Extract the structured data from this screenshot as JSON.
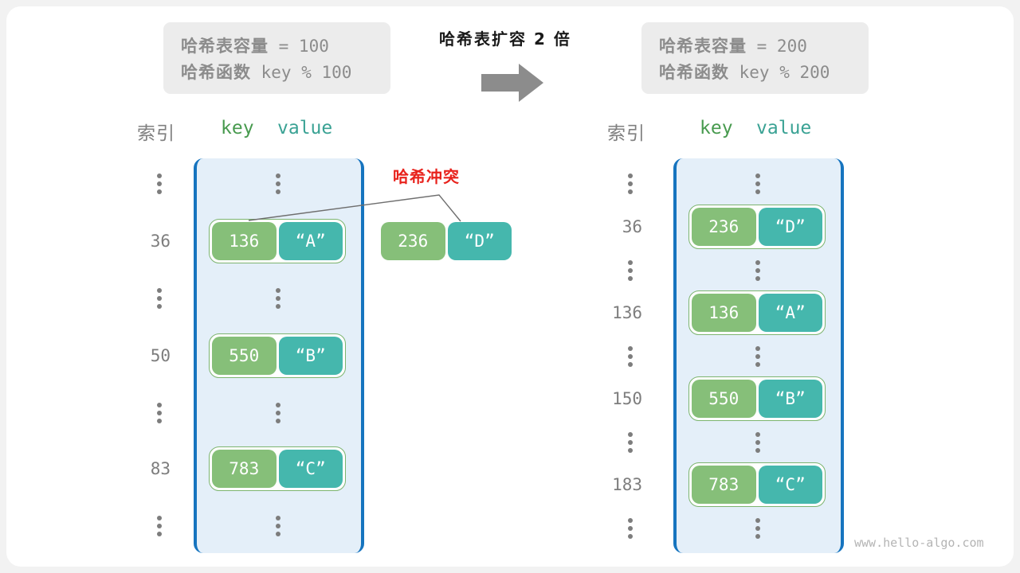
{
  "center": {
    "title": "哈希表扩容 2 倍",
    "arrow_icon": "right-arrow-icon"
  },
  "before": {
    "info": {
      "capacity_label": "哈希表容量",
      "capacity_text": " = 100",
      "function_label": "哈希函数",
      "function_text": " key % 100"
    },
    "headers": {
      "index": "索引",
      "key": "key",
      "value": "value"
    },
    "rows": [
      {
        "index": "⋮",
        "type": "ellipsis"
      },
      {
        "index": "36",
        "type": "pair",
        "key": "136",
        "value": "“A”"
      },
      {
        "index": "⋮",
        "type": "ellipsis"
      },
      {
        "index": "50",
        "type": "pair",
        "key": "550",
        "value": "“B”"
      },
      {
        "index": "⋮",
        "type": "ellipsis"
      },
      {
        "index": "83",
        "type": "pair",
        "key": "783",
        "value": "“C”"
      },
      {
        "index": "⋮",
        "type": "ellipsis"
      }
    ],
    "overflow": {
      "key": "236",
      "value": "“D”"
    },
    "annotation": "哈希冲突"
  },
  "after": {
    "info": {
      "capacity_label": "哈希表容量",
      "capacity_text": " = 200",
      "function_label": "哈希函数",
      "function_text": " key % 200"
    },
    "headers": {
      "index": "索引",
      "key": "key",
      "value": "value"
    },
    "rows": [
      {
        "index": "⋮",
        "type": "ellipsis"
      },
      {
        "index": "36",
        "type": "pair",
        "key": "236",
        "value": "“D”"
      },
      {
        "index": "⋮",
        "type": "ellipsis"
      },
      {
        "index": "136",
        "type": "pair",
        "key": "136",
        "value": "“A”"
      },
      {
        "index": "⋮",
        "type": "ellipsis"
      },
      {
        "index": "150",
        "type": "pair",
        "key": "550",
        "value": "“B”"
      },
      {
        "index": "⋮",
        "type": "ellipsis"
      },
      {
        "index": "183",
        "type": "pair",
        "key": "783",
        "value": "“C”"
      },
      {
        "index": "⋮",
        "type": "ellipsis"
      }
    ]
  },
  "watermark": "www.hello-algo.com",
  "colors": {
    "key_pill": "#86bf79",
    "value_pill": "#45b7ad",
    "bucket_fill": "#e4eff9",
    "bucket_border": "#1674bf",
    "annotation_red": "#e8221c",
    "info_box": "#ececec",
    "arrow_gray": "#8c8c8c"
  }
}
